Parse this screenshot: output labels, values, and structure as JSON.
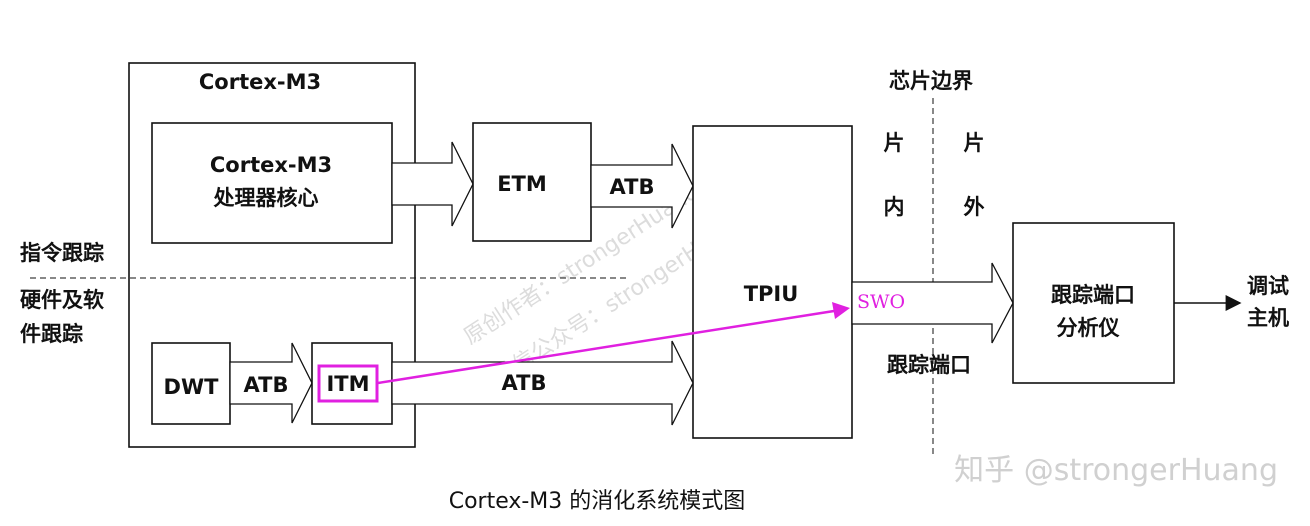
{
  "outer_block": {
    "title": "Cortex-M3"
  },
  "core_block": {
    "line1": "Cortex-M3",
    "line2": "处理器核心"
  },
  "etm_block": {
    "label": "ETM"
  },
  "tpiu_block": {
    "label": "TPIU"
  },
  "dwt_block": {
    "label": "DWT"
  },
  "itm_block": {
    "label": "ITM"
  },
  "analyzer_block": {
    "line1": "跟踪端口",
    "line2": "分析仪"
  },
  "buses": {
    "etm_atb": "ATB",
    "dwt_atb": "ATB",
    "itm_atb": "ATB"
  },
  "left_labels": {
    "instruction_trace": "指令跟踪",
    "hw_sw_trace_line1": "硬件及软",
    "hw_sw_trace_line2": "件跟踪"
  },
  "chip_boundary": {
    "title": "芯片边界",
    "inside_1": "片",
    "inside_2": "内",
    "outside_1": "片",
    "outside_2": "外"
  },
  "swo_label": "SWO",
  "trace_port_label": "跟踪端口",
  "debug_host": {
    "line1": "调试",
    "line2": "主机"
  },
  "watermark": {
    "diag_1": "原创作者：strongerHuang",
    "diag_2": "微信公众号：strongerHuang",
    "brand": "知乎 @strongerHuang"
  },
  "caption": "Cortex-M3 的消化系统模式图",
  "colors": {
    "highlight": "#e020e0",
    "ink": "#111111",
    "watermark": "#d8d8d8"
  }
}
